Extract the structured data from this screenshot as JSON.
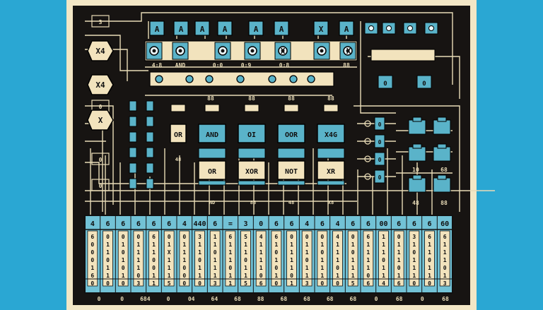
{
  "colors": {
    "outer_bg": "#2aa7d3",
    "frame": "#f3e7c6",
    "board": "#171412",
    "wire": "#e9dcb7",
    "chip_blue": "#5ab3c9",
    "chip_cream": "#f2e3bd",
    "table_blue": "#72c2d6"
  },
  "left_labels": [
    "3",
    "X4",
    "X4",
    "0",
    "X",
    "0",
    "0"
  ],
  "top_chips": [
    "A",
    "A",
    "A",
    "A",
    "A",
    "A",
    "X",
    "A"
  ],
  "top_row_marks": [
    "X",
    "X"
  ],
  "bus_labels": [
    "4:8",
    "AND",
    "0:0",
    "0:9",
    "0:8",
    "88"
  ],
  "gate_column_labels": [
    "88",
    "88",
    "88",
    "88"
  ],
  "gates_upper": [
    "OR",
    "AND",
    "OI",
    "OOR",
    "X4G"
  ],
  "gates_lower": [
    "OR",
    "XOR",
    "NOT",
    "XR"
  ],
  "gate_small_labels": [
    "48",
    "ND",
    "88",
    "48",
    "X8"
  ],
  "right_labels": [
    "0",
    "0",
    "0",
    "0",
    "10",
    "68",
    "48",
    "88"
  ],
  "table": {
    "header": [
      "4",
      "6",
      "6",
      "6",
      "6",
      "6",
      "4",
      "440",
      "6",
      "=",
      "3",
      "0",
      "6",
      "6",
      "4",
      "6",
      "4",
      "6",
      "6",
      "00",
      "6",
      "6",
      "6",
      "60"
    ],
    "rows": [
      [
        "6",
        "0",
        "0",
        "0",
        "6",
        "0",
        "0",
        "3",
        "1",
        "6",
        "5",
        "4",
        "6",
        "0",
        "0",
        "0",
        "4",
        "0",
        "6",
        "1",
        "0",
        "3",
        "6",
        "6"
      ],
      [
        "0",
        "1",
        "1",
        "1",
        "1",
        "1",
        "1",
        "1",
        "1",
        "1",
        "1",
        "1",
        "1",
        "1",
        "1",
        "1",
        "1",
        "1",
        "1",
        "1",
        "1",
        "1",
        "1",
        "1"
      ],
      [
        "0",
        "1",
        "0",
        "1",
        "1",
        "X",
        "1",
        "1",
        "0",
        "1",
        "1",
        "1",
        "0",
        "1",
        "1",
        "0",
        "1",
        "0",
        "1",
        "1",
        "1",
        "0",
        "1",
        "1"
      ],
      [
        "0",
        "0",
        "1",
        "1",
        "0",
        "1",
        "1",
        "0",
        "1",
        "1",
        "0",
        "1",
        "1",
        "1",
        "0",
        "1",
        "1",
        "1",
        "1",
        "0",
        "1",
        "1",
        "0",
        "1"
      ],
      [
        "1",
        "1",
        "0",
        "1",
        "0",
        "1",
        "0",
        "1",
        "1",
        "0",
        "1",
        "1",
        "0",
        "1",
        "1",
        "1",
        "0",
        "1",
        "1",
        "1",
        "0",
        "1",
        "1",
        "0"
      ],
      [
        "6",
        "1",
        "1",
        "0",
        "1",
        "1",
        "0",
        "1",
        "1",
        "1",
        "1",
        "0",
        "1",
        "0",
        "1",
        "1",
        "1",
        "1",
        "0",
        "1",
        "1",
        "1",
        "1",
        "1"
      ],
      [
        "0",
        "0",
        "0",
        "3",
        "1",
        "5",
        "0",
        "0",
        "3",
        "1",
        "5",
        "6",
        "0",
        "1",
        "3",
        "0",
        "0",
        "5",
        "6",
        "4",
        "6",
        "0",
        "0",
        "3"
      ]
    ],
    "footer": [
      "0",
      "0",
      "684",
      "0",
      "04",
      "64",
      "68",
      "88",
      "68",
      "68",
      "68",
      "68",
      "0",
      "68",
      "0",
      "68"
    ]
  }
}
